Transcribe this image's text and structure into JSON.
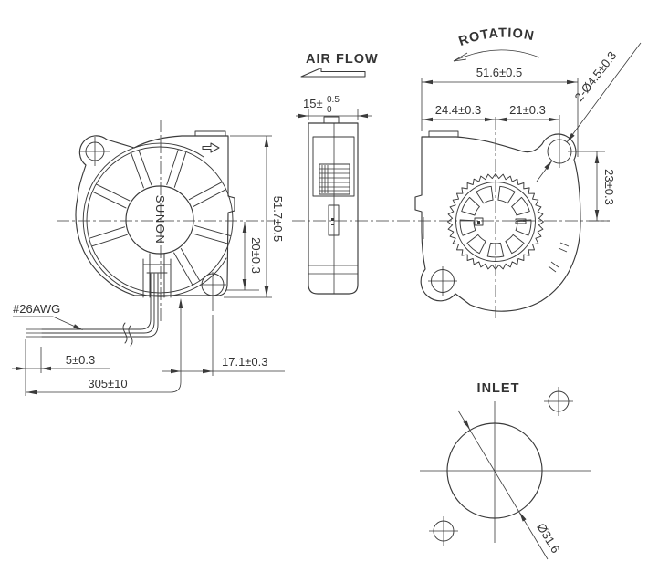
{
  "meta": {
    "line_color": "#3a3a3a",
    "text_color": "#333333",
    "background": "#ffffff"
  },
  "front_view": {
    "brand": "SUNON",
    "wire_gauge_label": "#26AWG",
    "dim_height": "51.7±0.5",
    "dim_center_to_outlet_bottom": "20±0.3",
    "dim_strip_length": "5±0.3",
    "dim_lead_length": "305±10",
    "dim_wire_exit": "17.1±0.3"
  },
  "side_view": {
    "label": "AIR FLOW",
    "dim_thickness_main": "15±",
    "dim_thickness_tol_upper": "0.5",
    "dim_thickness_tol_lower": "0"
  },
  "rear_view": {
    "label": "ROTATION",
    "dim_width": "51.6±0.5",
    "dim_left_to_center": "24.4±0.3",
    "dim_center_to_hole": "21±0.3",
    "dim_mounting_holes": "2-Ø4.5±0.3",
    "dim_hole_to_center": "23±0.3"
  },
  "inlet_view": {
    "label": "INLET",
    "dim_inlet_diameter": "Ø31.6"
  }
}
